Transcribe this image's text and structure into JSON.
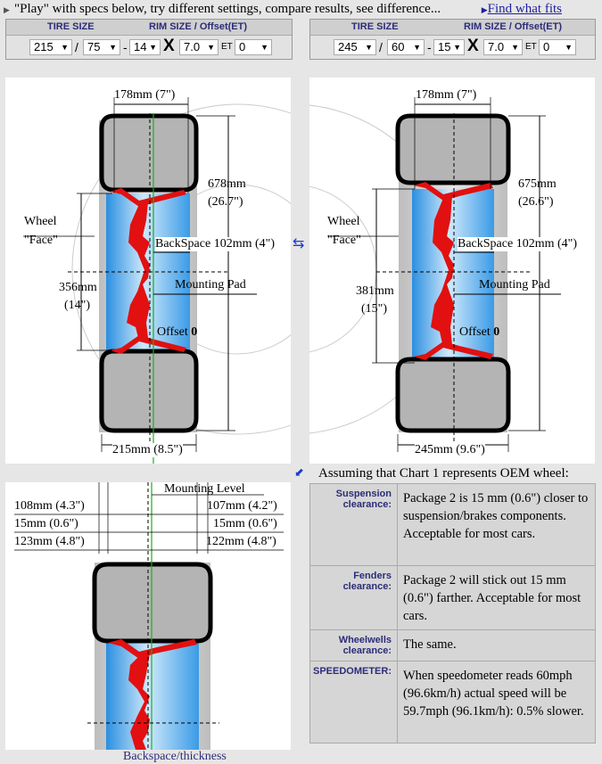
{
  "header": {
    "intro": "\"Play\" with specs below, try different settings, compare results, see difference...",
    "find_link": "Find what fits"
  },
  "columns": {
    "tire_size": "TIRE SIZE",
    "rim_size": "RIM SIZE / Offset(ET)"
  },
  "chart1": {
    "spec": {
      "width": "215",
      "aspect": "75",
      "diameter": "14",
      "rim_width": "7.0",
      "offset": "0"
    },
    "rim_width": "178mm (7\")",
    "overall_mm": "678mm",
    "overall_in": "(26.7\")",
    "rim_dia_mm": "356mm",
    "rim_dia_in": "(14\")",
    "backspace": "BackSpace 102mm (4\")",
    "tire_width": "215mm (8.5\")"
  },
  "chart2": {
    "spec": {
      "width": "245",
      "aspect": "60",
      "diameter": "15",
      "rim_width": "7.0",
      "offset": "0"
    },
    "rim_width": "178mm (7\")",
    "overall_mm": "675mm",
    "overall_in": "(26.6\")",
    "rim_dia_mm": "381mm",
    "rim_dia_in": "(15\")",
    "backspace": "BackSpace 102mm (4\")",
    "tire_width": "245mm (9.6\")"
  },
  "labels": {
    "x": "X",
    "et": "ET",
    "wheel": "Wheel",
    "face": "\"Face\"",
    "mounting_pad": "Mounting Pad",
    "offset": "Offset",
    "offset_val": "0",
    "mounting_level": "Mounting Level",
    "swap_icon": "swap-icon",
    "assume_icon": "arrow-icon"
  },
  "compare": {
    "l1": "108mm (4.3\")",
    "l2": "15mm (0.6\")",
    "l3": "123mm (4.8\")",
    "r1": "107mm (4.2\")",
    "r2": "15mm (0.6\")",
    "r3": "122mm (4.8\")"
  },
  "assuming": "Assuming that Chart 1 represents OEM wheel:",
  "clearance": [
    {
      "key": "Suspension clearance:",
      "value": "Package 2 is 15 mm (0.6\") closer to suspension/brakes components. Acceptable for most cars."
    },
    {
      "key": "Fenders clearance:",
      "value": "Package 2 will stick out 15 mm (0.6\") farther. Acceptable for most cars."
    },
    {
      "key": "Wheelwells clearance:",
      "value": "The same."
    },
    {
      "key": "SPEEDOMETER:",
      "value": "When speedometer reads 60mph (96.6km/h) actual speed will be 59.7mph (96.1km/h): 0.5% slower."
    }
  ],
  "footer": "Backspace/thickness"
}
